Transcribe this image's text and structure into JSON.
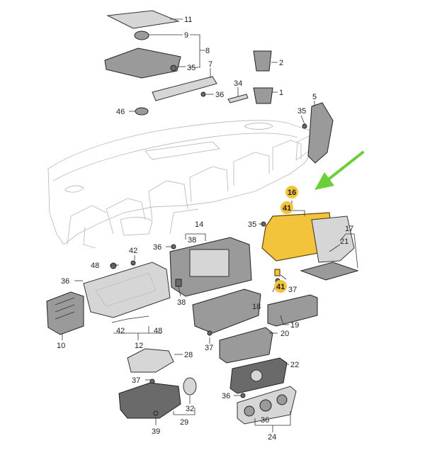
{
  "diagram": {
    "callouts": [
      {
        "id": "c11",
        "text": "11"
      },
      {
        "id": "c9",
        "text": "9"
      },
      {
        "id": "c8",
        "text": "8"
      },
      {
        "id": "c35a",
        "text": "35"
      },
      {
        "id": "c2",
        "text": "2"
      },
      {
        "id": "c7",
        "text": "7"
      },
      {
        "id": "c34",
        "text": "34"
      },
      {
        "id": "c36a",
        "text": "36"
      },
      {
        "id": "c1",
        "text": "1"
      },
      {
        "id": "c46",
        "text": "46"
      },
      {
        "id": "c5",
        "text": "5"
      },
      {
        "id": "c35b",
        "text": "35"
      },
      {
        "id": "c16",
        "text": "16",
        "highlight": true
      },
      {
        "id": "c41a",
        "text": "41",
        "highlight": true
      },
      {
        "id": "c35c",
        "text": "35"
      },
      {
        "id": "c17",
        "text": "17"
      },
      {
        "id": "c14",
        "text": "14"
      },
      {
        "id": "c38a",
        "text": "38"
      },
      {
        "id": "c36b",
        "text": "36"
      },
      {
        "id": "c42a",
        "text": "42"
      },
      {
        "id": "c21",
        "text": "21"
      },
      {
        "id": "c48a",
        "text": "48"
      },
      {
        "id": "c36c",
        "text": "36"
      },
      {
        "id": "c41b",
        "text": "41",
        "highlight": true
      },
      {
        "id": "c37a",
        "text": "37"
      },
      {
        "id": "c18",
        "text": "18"
      },
      {
        "id": "c38b",
        "text": "38"
      },
      {
        "id": "c19",
        "text": "19"
      },
      {
        "id": "c42b",
        "text": "42"
      },
      {
        "id": "c48b",
        "text": "48"
      },
      {
        "id": "c10",
        "text": "10"
      },
      {
        "id": "c12",
        "text": "12"
      },
      {
        "id": "c20",
        "text": "20"
      },
      {
        "id": "c37b",
        "text": "37"
      },
      {
        "id": "c28",
        "text": "28"
      },
      {
        "id": "c22",
        "text": "22"
      },
      {
        "id": "c37c",
        "text": "37"
      },
      {
        "id": "c36d",
        "text": "36"
      },
      {
        "id": "c32",
        "text": "32"
      },
      {
        "id": "c29",
        "text": "29"
      },
      {
        "id": "c39",
        "text": "39"
      },
      {
        "id": "c36e",
        "text": "36"
      },
      {
        "id": "c24",
        "text": "24"
      }
    ],
    "colors": {
      "highlight_part": "#f3c33b",
      "highlight_badge": "#f3c33b",
      "arrow": "#6ccf3a",
      "line": "#333333"
    }
  }
}
